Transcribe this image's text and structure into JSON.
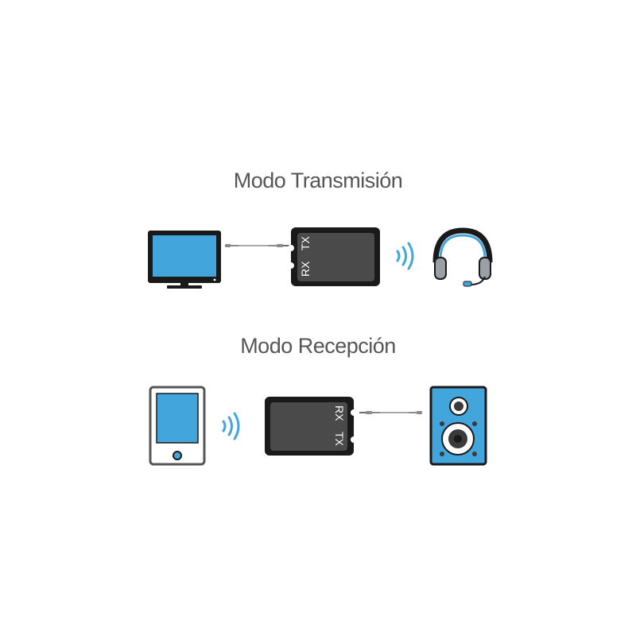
{
  "transmit": {
    "title": "Modo Transmisión",
    "device_label_top": "TX",
    "device_label_bottom": "RX"
  },
  "receive": {
    "title": "Modo Recepción",
    "device_label_top": "RX",
    "device_label_bottom": "TX"
  },
  "colors": {
    "accent_blue": "#42a5dc",
    "device_black": "#1a1a1a",
    "device_panel": "#4a4a4a",
    "cable_gray": "#9a9a9a",
    "title_gray": "#555555"
  }
}
